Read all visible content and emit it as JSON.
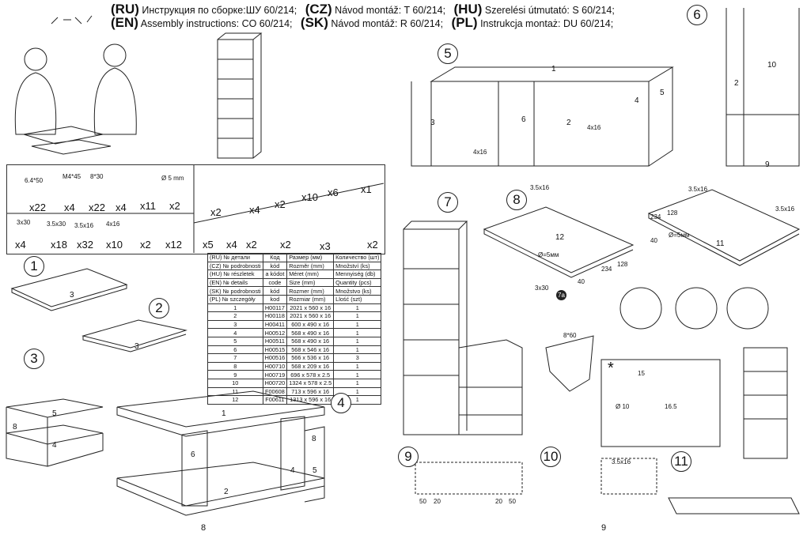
{
  "header": {
    "line1": [
      {
        "code": "(RU)",
        "text": "Инструкция по сборке:ШУ 60/214;"
      },
      {
        "code": "(CZ)",
        "text": "Návod montáž: T 60/214;"
      },
      {
        "code": "(HU)",
        "text": "Szerelési útmutató: S 60/214;"
      }
    ],
    "line2": [
      {
        "code": "(EN)",
        "text": "Assembly instructions: CO 60/214;"
      },
      {
        "code": "(SK)",
        "text": "Návod montáž: R 60/214;"
      },
      {
        "code": "(PL)",
        "text": "Instrukcja montaż: DU 60/214;"
      }
    ]
  },
  "hardware": {
    "row1": [
      {
        "spec": "6.4*50",
        "count": "x22"
      },
      {
        "spec": "M4*45",
        "count": "x4"
      },
      {
        "spec": "8*30",
        "count": "x22"
      },
      {
        "spec": "",
        "count": "x4"
      },
      {
        "spec": "",
        "count": "x11"
      },
      {
        "spec": "Ø 5 mm",
        "count": "x2"
      }
    ],
    "row2": [
      {
        "spec": "3x30",
        "count": "x4"
      },
      {
        "spec": "3.5x30",
        "count": "x18"
      },
      {
        "spec": "3.5x16",
        "count": "x32"
      },
      {
        "spec": "4x16",
        "count": "x10"
      },
      {
        "spec": "",
        "count": "x2"
      },
      {
        "spec": "",
        "count": "x12"
      }
    ],
    "right_top": [
      "x2",
      "x4",
      "x2",
      "x10",
      "x6",
      "x1"
    ],
    "right_bottom": [
      "x5",
      "x4",
      "x2",
      "x2",
      "x3",
      "x2"
    ]
  },
  "parts_table": {
    "header_rows": [
      [
        "(RU)  № детали",
        "Код",
        "Размер  (мм)",
        "Количество (шт)"
      ],
      [
        "(CZ)  № podrobnosti",
        "kód",
        "Rozměr (mm)",
        "Množství (ks)"
      ],
      [
        "(HU)  № részletek",
        "a kódot",
        "Méret (mm)",
        "Mennyiség (db)"
      ],
      [
        "(EN)  № details",
        "code",
        "Size (mm)",
        "Quantity  (pcs)"
      ],
      [
        "(SK)  № podrobnosti",
        "kód",
        "Rozmer (mm)",
        "Množstvo (ks)"
      ],
      [
        "(PL)  № szczegóły",
        "kod",
        "Rozmiar (mm)",
        "Llość (szt)"
      ]
    ],
    "rows": [
      [
        "1",
        "H00117",
        "2021 x 560 x 16",
        "1"
      ],
      [
        "2",
        "H00118",
        "2021 x 560 x 16",
        "1"
      ],
      [
        "3",
        "H00411",
        "600 x 490 x 16",
        "1"
      ],
      [
        "4",
        "H00512",
        "568 x 490 x 16",
        "1"
      ],
      [
        "5",
        "H00511",
        "568 x 490 x 16",
        "1"
      ],
      [
        "6",
        "H00515",
        "568 x 546 x 16",
        "1"
      ],
      [
        "7",
        "H00516",
        "566 x 536 x 16",
        "3"
      ],
      [
        "8",
        "H00710",
        "568 x 209 x 16",
        "1"
      ],
      [
        "9",
        "H00719",
        "696 x 578 x 2.5",
        "1"
      ],
      [
        "10",
        "H00720",
        "1324 x 578 x 2.5",
        "1"
      ],
      [
        "11",
        "F00608",
        "713 x 596 x 16",
        "1"
      ],
      [
        "12",
        "F00611",
        "1313 x 596 x 16",
        "1"
      ]
    ]
  },
  "steps": [
    "1",
    "2",
    "3",
    "4",
    "5",
    "6",
    "7",
    "8",
    "9",
    "10",
    "11"
  ],
  "labels": {
    "screw_a": "3.5x16",
    "screw_b": "4x16",
    "screw_c": "3x30",
    "dowel": "8*60",
    "sub7": "7a",
    "d5": "Ø=5мм",
    "dim234": "234",
    "dim128": "128",
    "dim40": "40",
    "dim15": "15",
    "dim10": "Ø 10",
    "dim165": "16.5",
    "dim50": "50",
    "dim20": "20",
    "star": "*",
    "p1": "1",
    "p2": "2",
    "p3": "3",
    "p4": "4",
    "p5": "5",
    "p6": "6",
    "p8": "8",
    "p9": "9",
    "p10": "10",
    "p11": "11",
    "p12": "12"
  },
  "page_numbers": {
    "left": "8",
    "right": "9"
  }
}
